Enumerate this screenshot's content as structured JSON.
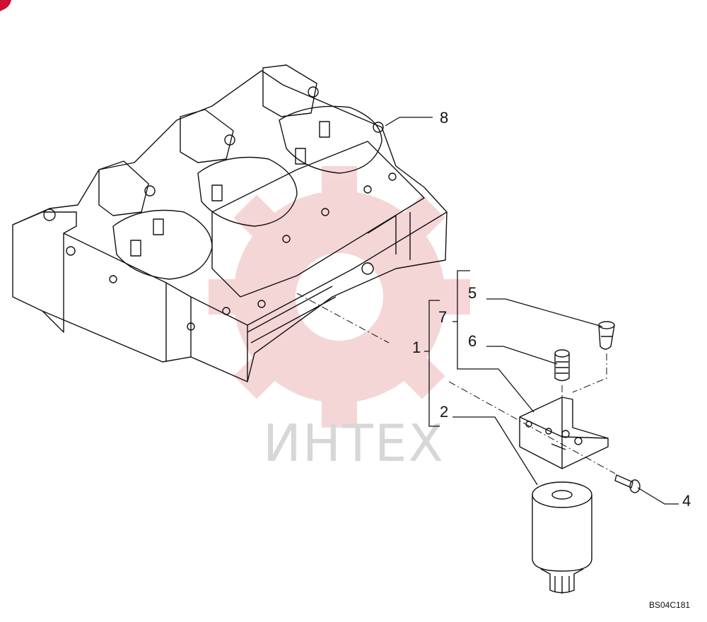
{
  "diagram": {
    "callouts": [
      {
        "id": "8",
        "label": "8"
      },
      {
        "id": "7",
        "label": "7"
      },
      {
        "id": "5",
        "label": "5"
      },
      {
        "id": "6",
        "label": "6"
      },
      {
        "id": "1",
        "label": "1"
      },
      {
        "id": "2",
        "label": "2"
      },
      {
        "id": "4",
        "label": "4"
      }
    ],
    "drawing_code": "BS04C181",
    "watermark": {
      "text": "ИНТЕХ",
      "color": "#f2c6c8",
      "text_color": "#d7d7d7"
    },
    "corner_mark_color": "#cc1133",
    "line_color": "#111111"
  }
}
